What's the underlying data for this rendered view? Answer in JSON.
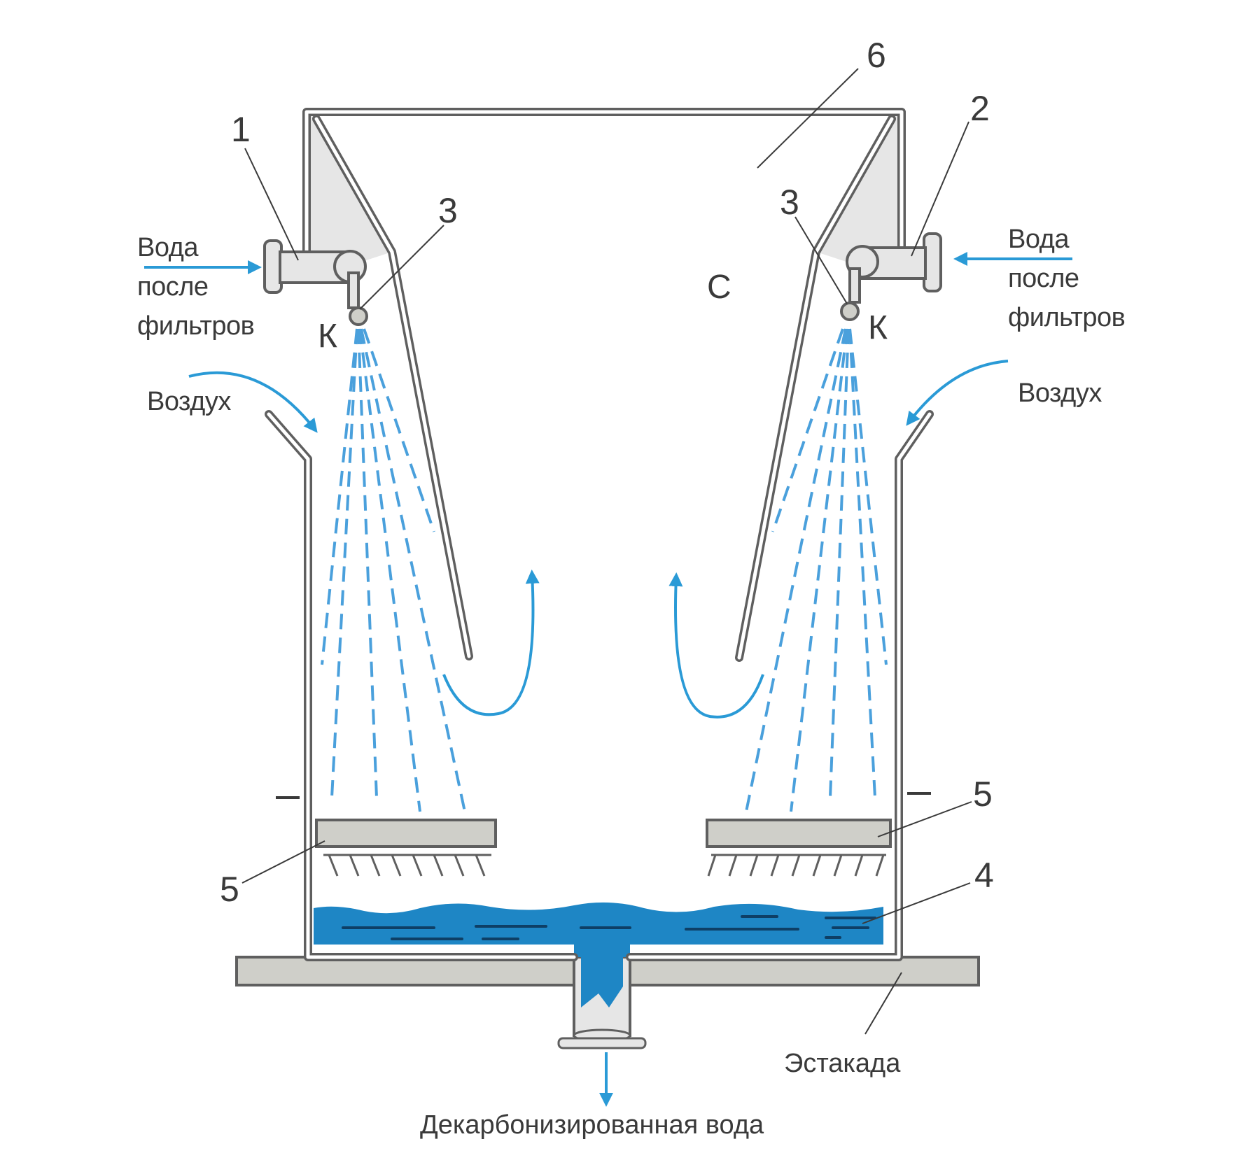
{
  "colors": {
    "outline": "#5f5f5f",
    "panel_fill": "#e6e6e6",
    "tray_fill": "#cfcfc9",
    "water": "#1e86c5",
    "arrow": "#2a9ad6",
    "spray": "#4aa0dc",
    "text": "#3a3a3a"
  },
  "labels": {
    "n1": "1",
    "n2": "2",
    "n3_left": "3",
    "n3_right": "3",
    "n4": "4",
    "n5_left": "5",
    "n5_right": "5",
    "n6": "6",
    "c": "С",
    "k_left": "К",
    "k_right": "К"
  },
  "inlet_left": [
    "Вода",
    "после",
    "фильтров"
  ],
  "inlet_right": [
    "Вода",
    "после",
    "фильтров"
  ],
  "air_left": "Воздух",
  "air_right": "Воздух",
  "trestle": "Эстакада",
  "outlet": "Декарбонизированная вода"
}
